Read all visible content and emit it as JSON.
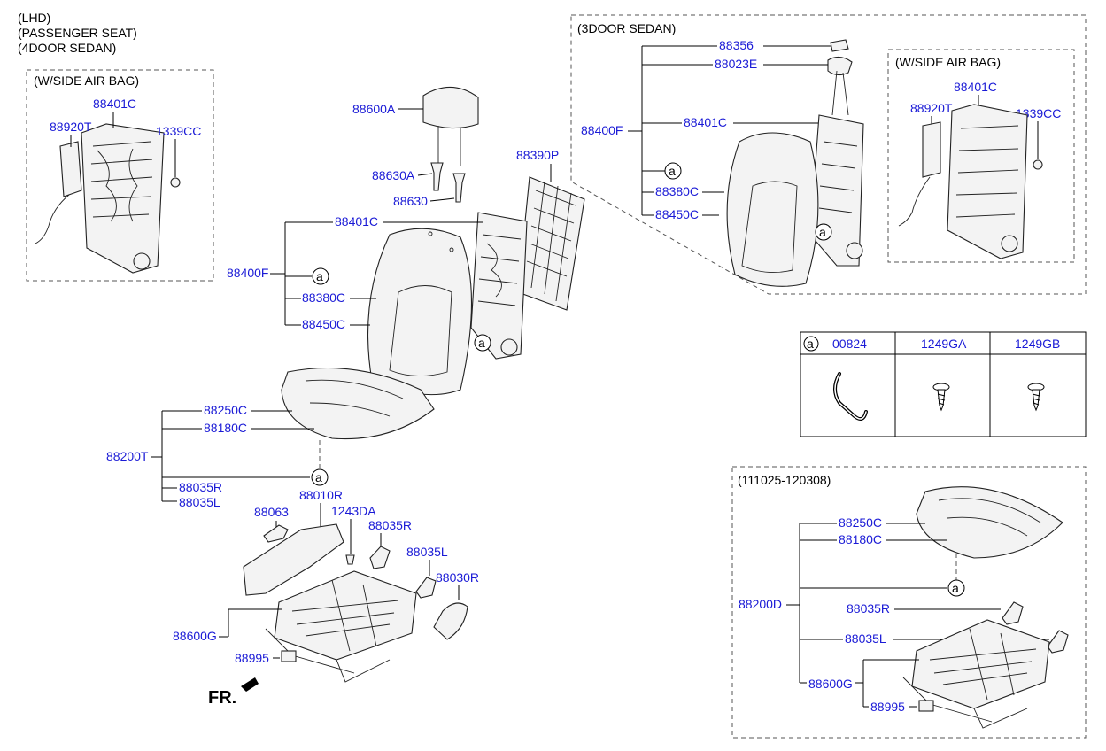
{
  "header": {
    "line1": "(LHD)",
    "line2": "(PASSENGER SEAT)",
    "line3": "(4DOOR SEDAN)"
  },
  "boxes": {
    "side_airbag_left": "(W/SIDE AIR BAG)",
    "three_door": "(3DOOR SEDAN)",
    "side_airbag_right": "(W/SIDE AIR BAG)",
    "date_range": "(111025-120308)"
  },
  "callout": "a",
  "front_label": "FR.",
  "labels": {
    "l_88401C": "88401C",
    "l_88920T": "88920T",
    "l_1339CC": "1339CC",
    "m_88600A": "88600A",
    "m_88630A": "88630A",
    "m_88630": "88630",
    "m_88390P": "88390P",
    "m_88401C": "88401C",
    "m_88400F": "88400F",
    "m_88380C": "88380C",
    "m_88450C": "88450C",
    "m_88250C": "88250C",
    "m_88180C": "88180C",
    "m_88200T": "88200T",
    "m_88035R": "88035R",
    "m_88035L": "88035L",
    "m_88063": "88063",
    "m_88010R": "88010R",
    "m_1243DA": "1243DA",
    "m_88035R2": "88035R",
    "m_88035L2": "88035L",
    "m_88030R": "88030R",
    "m_88600G": "88600G",
    "m_88995": "88995",
    "r_88356": "88356",
    "r_88023E": "88023E",
    "r_88400F": "88400F",
    "r_88401C": "88401C",
    "r_88380C": "88380C",
    "r_88450C": "88450C",
    "ra_88401C": "88401C",
    "ra_88920T": "88920T",
    "ra_1339CC": "1339CC",
    "d_88250C": "88250C",
    "d_88180C": "88180C",
    "d_88200D": "88200D",
    "d_88035R": "88035R",
    "d_88035L": "88035L",
    "d_88600G": "88600G",
    "d_88995": "88995"
  },
  "legend_table": {
    "headers": [
      "a",
      "00824",
      "1249GA",
      "1249GB"
    ]
  },
  "colors": {
    "part_number": "#1a1ad6",
    "text": "#000000",
    "outline": "#222222"
  }
}
